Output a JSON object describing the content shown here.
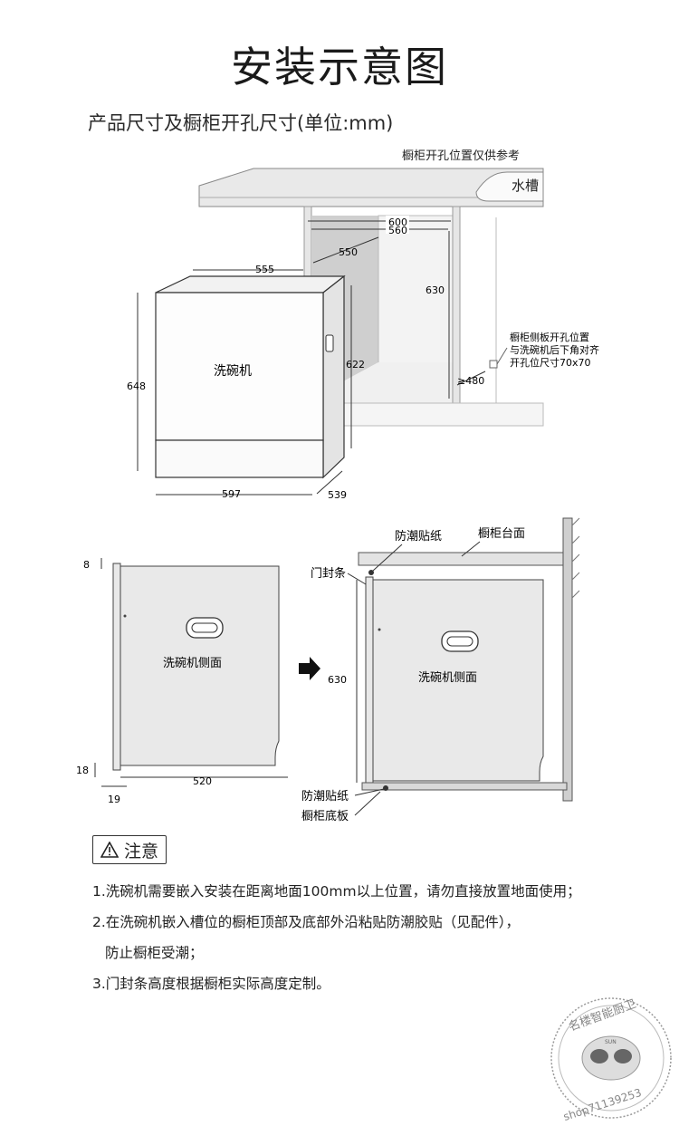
{
  "header": {
    "title": "安装示意图",
    "subtitle": "产品尺寸及橱柜开孔尺寸(单位:mm)"
  },
  "top_diagram": {
    "reference_note": "橱柜开孔位置仅供参考",
    "sink_label": "水槽",
    "dishwasher_label": "洗碗机",
    "dims": {
      "d600": "600",
      "d560": "560",
      "d550": "550",
      "d555": "555",
      "d630": "630",
      "d648": "648",
      "d622": "622",
      "d597": "597",
      "d539": "539",
      "d480": "≥480"
    },
    "hole_note": [
      "橱柜侧板开孔位置",
      "与洗碗机后下角对齐",
      "开孔位尺寸70x70"
    ]
  },
  "side_diagram": {
    "side_label_left": "洗碗机侧面",
    "side_label_right": "洗碗机侧面",
    "dims": {
      "d8": "8",
      "d18": "18",
      "d19": "19",
      "d520": "520",
      "d630": "630"
    },
    "moisture_sticker_top": "防潮贴纸",
    "counter_top": "橱柜台面",
    "door_seal": "门封条",
    "moisture_sticker_bottom": "防潮贴纸",
    "cabinet_bottom": "橱柜底板"
  },
  "notice": {
    "label": "注意",
    "items": [
      "1.洗碗机需要嵌入安装在距离地面100mm以上位置，请勿直接放置地面使用；",
      "2.在洗碗机嵌入槽位的橱柜顶部及底部外沿粘贴防潮胶贴（见配件），",
      "防止橱柜受潮；",
      "3.门封条高度根据橱柜实际高度定制。"
    ]
  },
  "watermark": {
    "text_top": "名楼智能厨卫",
    "text_bottom": "shop71139253",
    "badge": "SUN"
  }
}
